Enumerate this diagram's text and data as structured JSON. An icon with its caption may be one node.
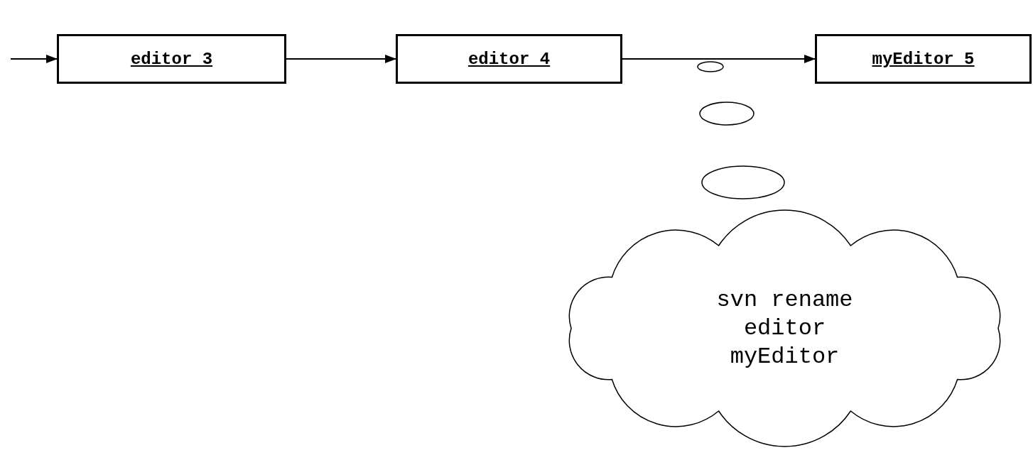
{
  "diagram": {
    "nodes": [
      {
        "text": [
          "editor 3"
        ]
      },
      {
        "text": [
          "editor 4"
        ]
      },
      {
        "text": [
          "myEditor 5"
        ]
      },
      {
        "text": [
          "svn rename editor myEditor"
        ]
      }
    ],
    "edges": [
      {
        "from": null,
        "to": 0,
        "arrow": "to"
      },
      {
        "from": 0,
        "to": 1,
        "arrow": "to"
      },
      {
        "from": 1,
        "to": 2,
        "arrow": "to"
      }
    ]
  }
}
